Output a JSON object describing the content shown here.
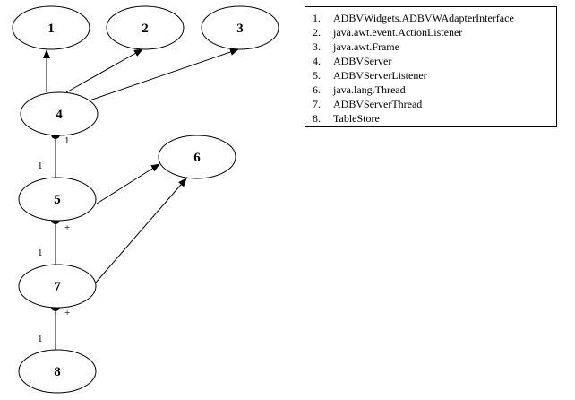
{
  "nodes": [
    {
      "id": "1",
      "label": "1"
    },
    {
      "id": "2",
      "label": "2"
    },
    {
      "id": "3",
      "label": "3"
    },
    {
      "id": "4",
      "label": "4"
    },
    {
      "id": "5",
      "label": "5"
    },
    {
      "id": "6",
      "label": "6"
    },
    {
      "id": "7",
      "label": "7"
    },
    {
      "id": "8",
      "label": "8"
    }
  ],
  "edges": [
    {
      "from": "4",
      "to": "1",
      "kind": "inheritance"
    },
    {
      "from": "4",
      "to": "2",
      "kind": "inheritance"
    },
    {
      "from": "4",
      "to": "3",
      "kind": "inheritance"
    },
    {
      "from": "5",
      "to": "6",
      "kind": "inheritance"
    },
    {
      "from": "7",
      "to": "6",
      "kind": "inheritance"
    },
    {
      "from": "4",
      "to": "5",
      "kind": "association",
      "near_mult": "1",
      "far_mult": "1"
    },
    {
      "from": "5",
      "to": "7",
      "kind": "association",
      "near_mult": "+",
      "far_mult": "1"
    },
    {
      "from": "7",
      "to": "8",
      "kind": "association",
      "near_mult": "+",
      "far_mult": "1"
    }
  ],
  "legend": {
    "items": [
      {
        "num": "1.",
        "name": "ADBVWidgets.ADBVWAdapterInterface"
      },
      {
        "num": "2.",
        "name": "java.awt.event.ActionListener"
      },
      {
        "num": "3.",
        "name": "java.awt.Frame"
      },
      {
        "num": "4.",
        "name": "ADBVServer"
      },
      {
        "num": "5.",
        "name": "ADBVServerListener"
      },
      {
        "num": "6.",
        "name": "java.lang.Thread"
      },
      {
        "num": "7.",
        "name": "ADBVServerThread"
      },
      {
        "num": "8.",
        "name": "TableStore"
      }
    ]
  }
}
